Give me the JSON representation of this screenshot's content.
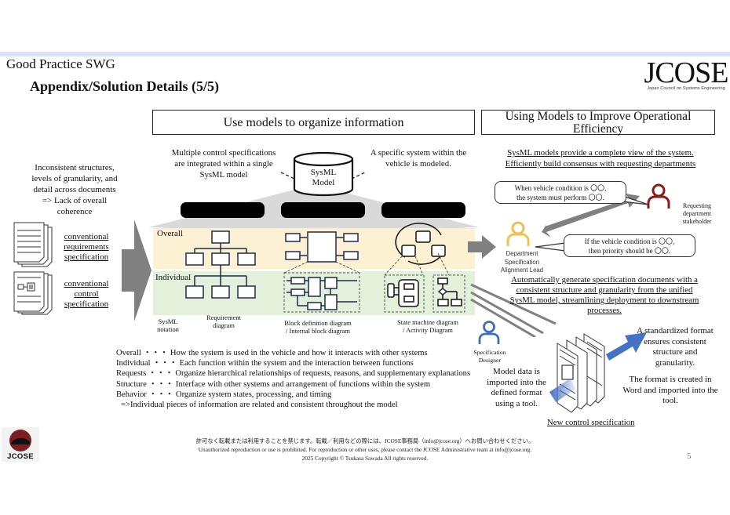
{
  "header": {
    "section_label": "Good Practice SWG",
    "slide_title": "Appendix/Solution Details (5/5)",
    "logo_text": "JCOSE",
    "logo_subtitle": "Japan Council on Systems Engineering"
  },
  "left_panel": {
    "problem_text": [
      "Inconsistent structures,",
      "levels of granularity, and",
      "detail across documents",
      "=> Lack of overall",
      "coherence"
    ],
    "docs": [
      {
        "icon": "requirements-document-stack-icon",
        "label": [
          "conventional",
          "requirements",
          "specification"
        ]
      },
      {
        "icon": "control-document-stack-icon",
        "label": [
          "conventional",
          "control",
          "specification"
        ]
      }
    ]
  },
  "middle_panel": {
    "title": "Use models to organize information",
    "note_left": [
      "Multiple control specifications",
      "are integrated within a single",
      "SysML model"
    ],
    "note_right": [
      "A specific system within the",
      "vehicle is modeled."
    ],
    "model_label": [
      "SysML",
      "Model"
    ],
    "band_overall": "Overall",
    "band_individual": "Individual",
    "notation_label": [
      "SysML",
      "notation"
    ],
    "diagram_captions": [
      [
        "Requirement",
        "diagram"
      ],
      [
        "Block definition diagram",
        "/ Internal block diagram"
      ],
      [
        "State machine diagram",
        "/ Activity Diagram"
      ]
    ],
    "colors": {
      "overall_band": "#fdf1d3",
      "individual_band": "#e3f0da",
      "diagram_stroke": "#1f2a4a"
    }
  },
  "definitions": [
    {
      "term": "Overall",
      "sep": " ・・・ ",
      "text": "How the system is used in the vehicle and how it interacts with other systems"
    },
    {
      "term": "Individual",
      "sep": " ・・・ ",
      "text": "Each function within the system and the interaction between functions"
    },
    {
      "term": "Requests",
      "sep": " ・・・ ",
      "text": "Organize hierarchical relationships of requests, reasons, and supplementary explanations"
    },
    {
      "term": "Structure",
      "sep": " ・・・ ",
      "text": "Interface with other systems and arrangement of functions within the system"
    },
    {
      "term": "Behavior",
      "sep": " ・・・ ",
      "text": "Organize system states, processing, and timing"
    }
  ],
  "definitions_conclusion": "=>Individual pieces of information are related and consistent throughout the model",
  "right_panel": {
    "title": [
      "Using Models to Improve Operational",
      "Efficiency"
    ],
    "consensus_heading": [
      "SysML models provide a complete view of the system.",
      "Efficiently build consensus with requesting departments"
    ],
    "bubble_top": [
      "When vehicle condition is 〇〇,",
      "the system must perform 〇〇."
    ],
    "bubble_bottom": [
      "If the vehicle condition is 〇〇,",
      "then priority should be 〇〇."
    ],
    "stakeholder_label": [
      "Requesting",
      "department",
      "stakeholder"
    ],
    "lead_label": [
      "Department",
      "Specification",
      "Alignment Lead"
    ],
    "autogen_heading": [
      "Automatically generate specification documents with a",
      "consistent structure and granularity from the unified",
      "SysML model, streamlining deployment to downstream",
      "processes."
    ],
    "designer_label": [
      "Specification",
      "Designer"
    ],
    "import_text": [
      "Model data is",
      "imported into the",
      "defined format",
      "using a tool."
    ],
    "standard_text": [
      "A standardized format",
      "ensures consistent",
      "structure and",
      "granularity."
    ],
    "word_text": [
      "The format is created in",
      "Word and imported into the",
      "tool."
    ],
    "new_spec_label": "New control specification",
    "colors": {
      "stakeholder": "#8b1a1a",
      "lead": "#f0c050",
      "designer": "#3a6fc4",
      "arrow_gray": "#7f7f7f",
      "arrow_blue": "#4472c4"
    }
  },
  "footer": {
    "notice_jp": "許可なく転載または利用することを禁じます。転載／利用などの際には、JCOSE事務局（info@jcose.org）へお問い合わせください。",
    "notice_en": "Unauthorized reproduction or use is prohibited.  For reproduction or other uses, please contact the JCOSE Administrative team at info@jcose.org.",
    "copyright": "2025 Copyright © Tsukasa Sawada All rights reserved.",
    "page_number": "5",
    "logo_text": "JCOSE"
  }
}
